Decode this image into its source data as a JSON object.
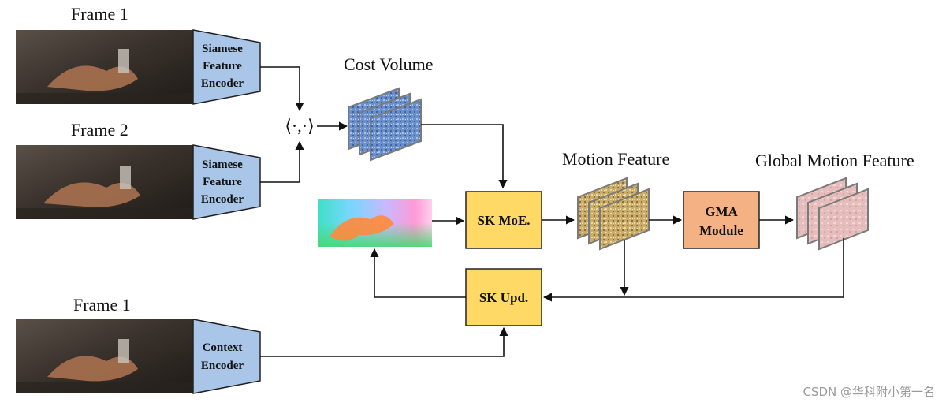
{
  "frames": {
    "top_label": "Frame 1",
    "middle_label": "Frame 2",
    "bottom_label": "Frame 1"
  },
  "encoders": {
    "siamese_top": [
      "Siamese",
      "Feature",
      "Encoder"
    ],
    "siamese_bottom": [
      "Siamese",
      "Feature",
      "Encoder"
    ],
    "context": [
      "Context",
      "Encoder"
    ]
  },
  "operator_symbol": "⟨·,·⟩",
  "labels": {
    "cost_volume": "Cost Volume",
    "motion_feature": "Motion Feature",
    "global_motion_feature": "Global Motion Feature"
  },
  "boxes": {
    "sk_moe": "SK MoE.",
    "sk_upd": "SK Upd.",
    "gma": [
      "GMA",
      "Module"
    ]
  },
  "watermark": "CSDN @华科附小第一名",
  "colors": {
    "encoder_fill": "#a9c6e8",
    "sk_box_fill": "#ffd966",
    "gma_fill": "#f4b183",
    "cost_volume_fill": "#6a8fc9",
    "motion_fill": "#cdb174",
    "global_fill": "#e8c0c0"
  }
}
